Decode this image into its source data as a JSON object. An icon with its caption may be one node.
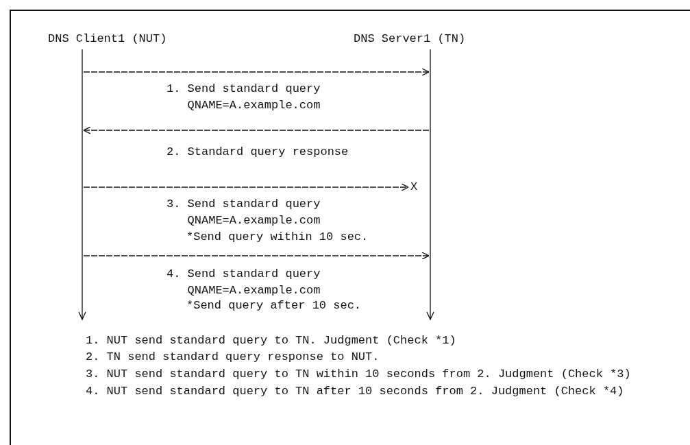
{
  "diagram": {
    "nodes": [
      {
        "text": [
          "DNS Client1 (NUT)"
        ]
      },
      {
        "text": [
          "DNS Server1 (TN)"
        ]
      },
      {
        "text": [
          "X"
        ],
        "in": 1
      }
    ],
    "edges": [
      {
        "from": 0,
        "to": 1,
        "arrow": "to",
        "label": "1. Send standard query QNAME=A.example.com",
        "style": "dashed"
      },
      {
        "from": 1,
        "to": 0,
        "arrow": "to",
        "label": "2. Standard query response",
        "style": "dashed"
      },
      {
        "from": 0,
        "to": 2,
        "arrow": "to",
        "label": "3. Send standard query QNAME=A.example.com",
        "style": "dashed"
      },
      {
        "from": 0,
        "to": 1,
        "arrow": "to",
        "label": "4. Send standard query QNAME=A.example.com",
        "style": "dashed"
      }
    ],
    "labels": [
      "*Send query within 10 sec.",
      "*Send query after 10 sec.",
      "1. NUT send standard query to TN. Judgment (Check *1)",
      "2. TN send standard query response to NUT.",
      "3. NUT send standard query to TN within 10 seconds from 2. Judgment (Check *3)",
      "4. NUT send standard query to TN after 10 seconds from 2. Judgment (Check *4)"
    ]
  }
}
